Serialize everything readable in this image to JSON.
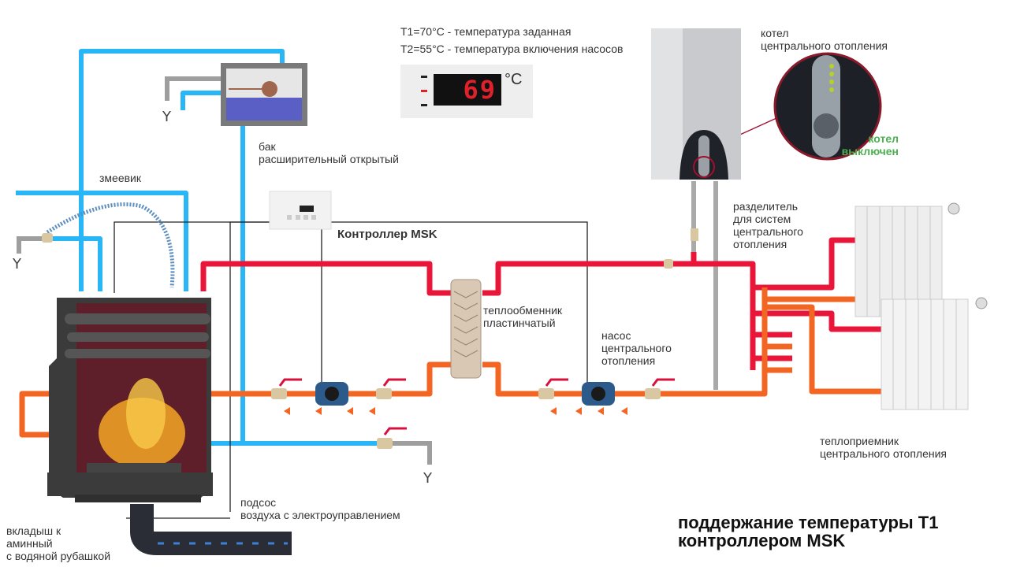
{
  "legend": {
    "t1": "T1=70°C - температура заданная",
    "t2": "T2=55°C - температура включения насосов"
  },
  "display": {
    "value": "69",
    "unit": "°C"
  },
  "labels": {
    "boiler": "котел\nцентрального отопления",
    "boiler_status": "котел\nвыключен",
    "tank": "бак\nрасширительный открытый",
    "coil": "змеевик",
    "controller": "Контроллер MSK",
    "heat_exchanger": "теплообменник\nпластинчатый",
    "pump": "насос\nцентрального\nотопления",
    "distributor": "разделитель\nдля систем\nцентрального\nотопления",
    "radiator": "теплоприемник\nцентрального отопления",
    "air_intake": "подсос\nвоздуха с электроуправлением",
    "insert": "вкладыш к\nаминный\nс водяной рубашкой",
    "drain_symbol": "Y",
    "title": "поддержание температуры T1\nконтроллером MSK"
  },
  "colors": {
    "cold_pipe": "#29b6f6",
    "hot_pipe": "#e8173a",
    "return_pipe": "#f26522",
    "drain_pipe": "#9e9e9e",
    "status_green": "#4caf50",
    "display_red": "#e0202a"
  }
}
